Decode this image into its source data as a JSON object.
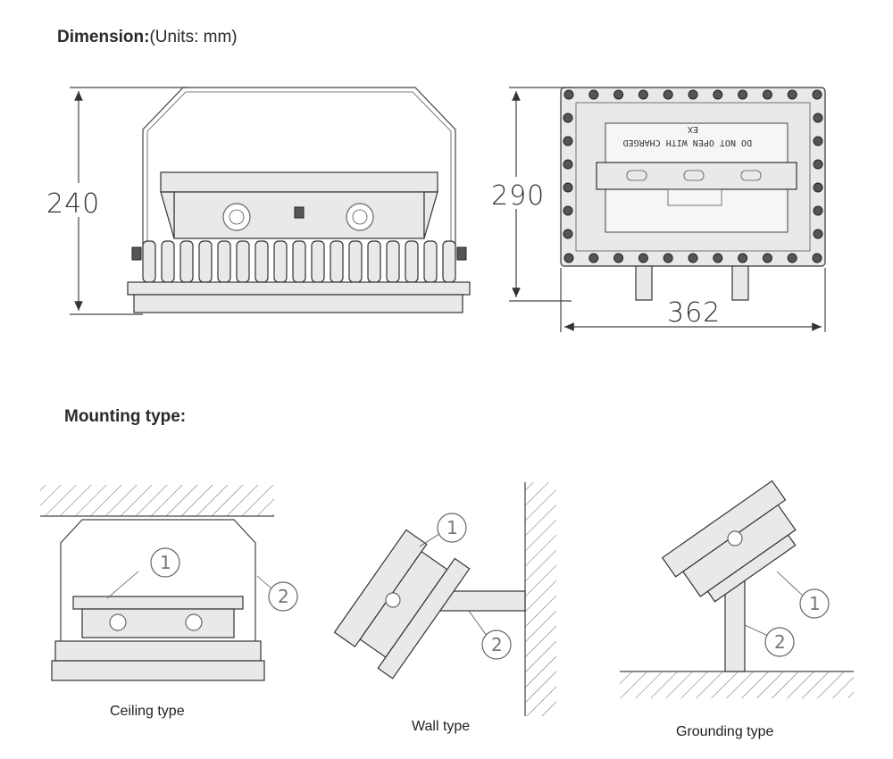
{
  "headings": {
    "dimension_bold": "Dimension:",
    "dimension_rest": "(Units: mm)",
    "mounting": "Mounting type:"
  },
  "dimensions": {
    "height_side": "240",
    "height_front": "290",
    "width_front": "362"
  },
  "front_label": {
    "line1": "DO NOT OPEN WITH CHARGED",
    "line2": "EX"
  },
  "mounting_types": [
    {
      "caption": "Ceiling type",
      "marker1": "1",
      "marker2": "2"
    },
    {
      "caption": "Wall type",
      "marker1": "1",
      "marker2": "2"
    },
    {
      "caption": "Grounding type",
      "marker1": "1",
      "marker2": "2"
    }
  ]
}
